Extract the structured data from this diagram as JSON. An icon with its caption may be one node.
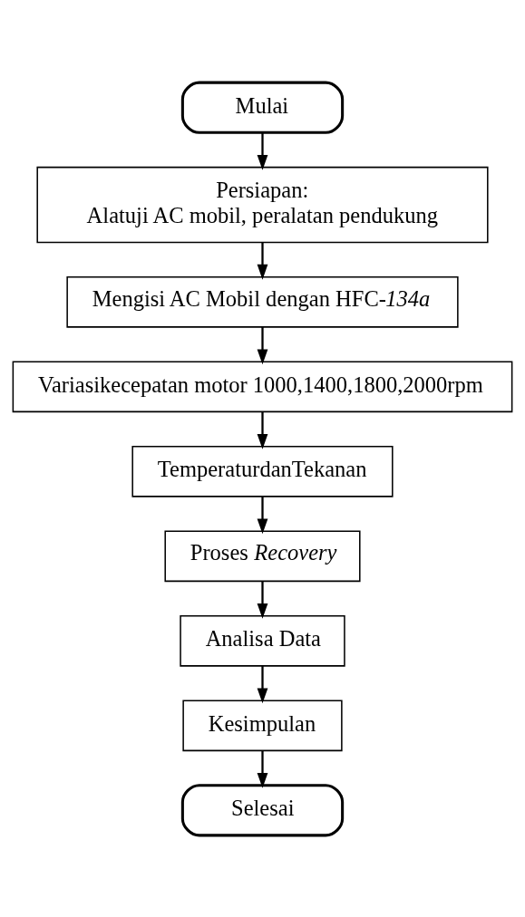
{
  "diagram": {
    "nodes": [
      {
        "text": [
          "Mulai"
        ]
      },
      {
        "text": [
          "Persiapan:",
          "Alatuji AC mobil, peralatan pendukung"
        ]
      },
      {
        "text": [
          "Mengisi AC Mobil dengan HFC-*134a*"
        ]
      },
      {
        "text": [
          "Variasikecepatan motor 1000,1400,1800,2000rpm"
        ]
      },
      {
        "text": [
          "TemperaturdanTekanan"
        ]
      },
      {
        "text": [
          "Proses *Recovery*"
        ]
      },
      {
        "text": [
          "Analisa Data"
        ]
      },
      {
        "text": [
          "Kesimpulan"
        ]
      },
      {
        "text": [
          "Selesai"
        ]
      }
    ],
    "edges": [
      {
        "from": 0,
        "to": 1,
        "arrow": "to"
      },
      {
        "from": 1,
        "to": 2,
        "arrow": "to"
      },
      {
        "from": 2,
        "to": 3,
        "arrow": "to"
      },
      {
        "from": 3,
        "to": 4,
        "arrow": "to"
      },
      {
        "from": 4,
        "to": 5,
        "arrow": "to"
      },
      {
        "from": 5,
        "to": 6,
        "arrow": "to"
      },
      {
        "from": 6,
        "to": 7,
        "arrow": "to"
      },
      {
        "from": 7,
        "to": 8,
        "arrow": "to"
      }
    ]
  }
}
